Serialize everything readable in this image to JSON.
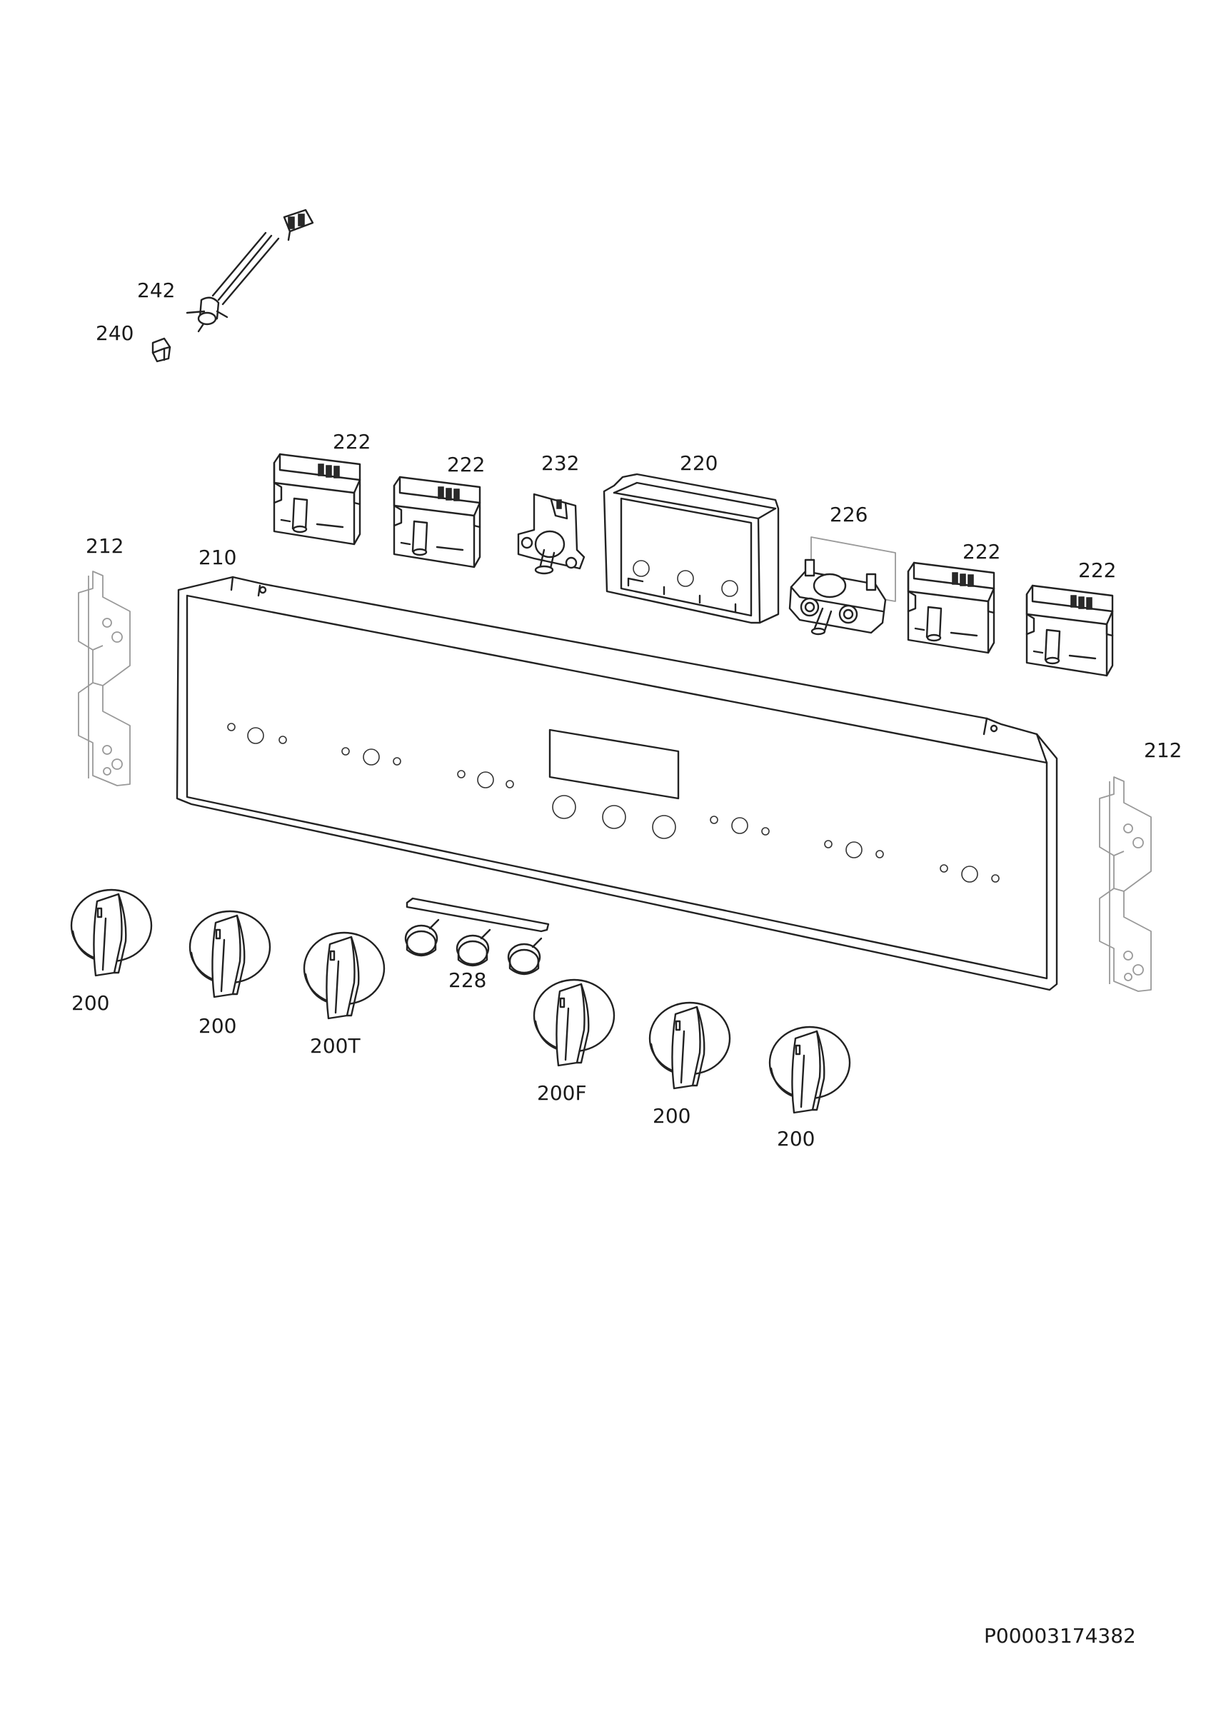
{
  "diagram": {
    "parts": [
      {
        "id": "connector-242",
        "label": "242"
      },
      {
        "id": "lamp-240",
        "label": "240"
      },
      {
        "id": "side-bracket-left",
        "label": "212"
      },
      {
        "id": "control-panel",
        "label": "210"
      },
      {
        "id": "switch-1",
        "label": "222"
      },
      {
        "id": "switch-2",
        "label": "222"
      },
      {
        "id": "thermostat",
        "label": "232"
      },
      {
        "id": "timer-display",
        "label": "220"
      },
      {
        "id": "selector-switch",
        "label": "226"
      },
      {
        "id": "switch-3",
        "label": "222"
      },
      {
        "id": "switch-4",
        "label": "222"
      },
      {
        "id": "side-bracket-right",
        "label": "212"
      },
      {
        "id": "buttons",
        "label": "228"
      },
      {
        "id": "knob-1",
        "label": "200"
      },
      {
        "id": "knob-2",
        "label": "200"
      },
      {
        "id": "knob-thermostat",
        "label": "200T"
      },
      {
        "id": "knob-function",
        "label": "200F"
      },
      {
        "id": "knob-5",
        "label": "200"
      },
      {
        "id": "knob-6",
        "label": "200"
      }
    ],
    "document_id": "P00003174382"
  }
}
